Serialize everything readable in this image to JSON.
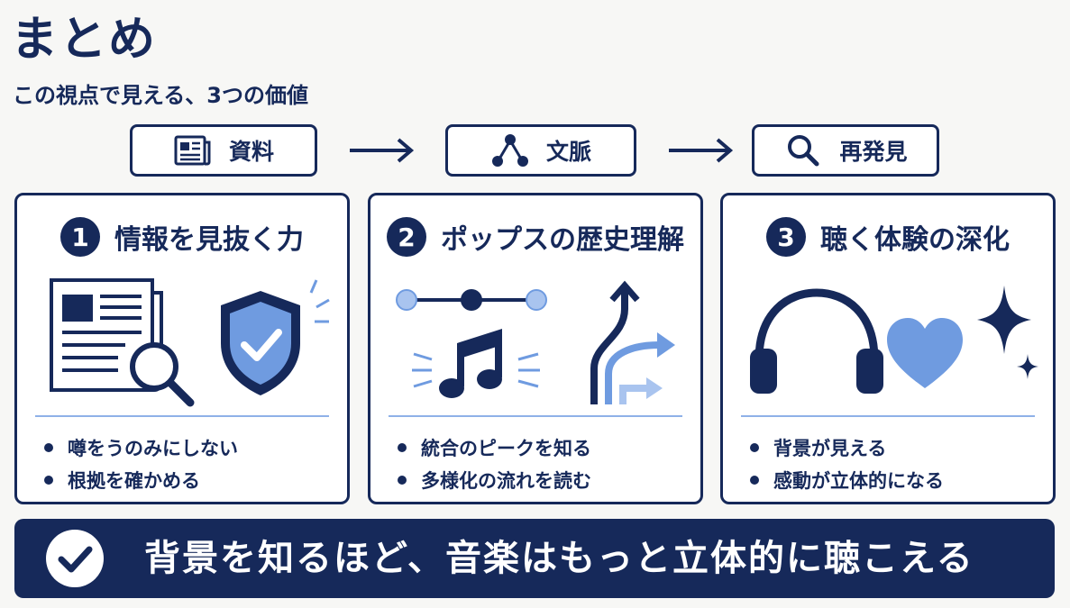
{
  "header": {
    "title": "まとめ",
    "subtitle": "この視点で見える、3つの価値"
  },
  "flow": {
    "steps": [
      {
        "label": "資料",
        "icon": "document-icon"
      },
      {
        "label": "文脈",
        "icon": "network-icon"
      },
      {
        "label": "再発見",
        "icon": "search-icon"
      }
    ]
  },
  "cards": [
    {
      "number": "1",
      "title": "情報を見抜く力",
      "points": [
        "噂をうのみにしない",
        "根拠を確かめる"
      ]
    },
    {
      "number": "2",
      "title": "ポップスの歴史理解",
      "points": [
        "統合のピークを知る",
        "多様化の流れを読む"
      ]
    },
    {
      "number": "3",
      "title": "聴く体験の深化",
      "points": [
        "背景が見える",
        "感動が立体的になる"
      ]
    }
  ],
  "banner": {
    "text": "背景を知るほど、音楽はもっと立体的に聴こえる"
  },
  "colors": {
    "navy": "#16295a",
    "accent_blue": "#6f9be0",
    "light_blue": "#a9c4ef",
    "background": "#f7f7f5"
  }
}
